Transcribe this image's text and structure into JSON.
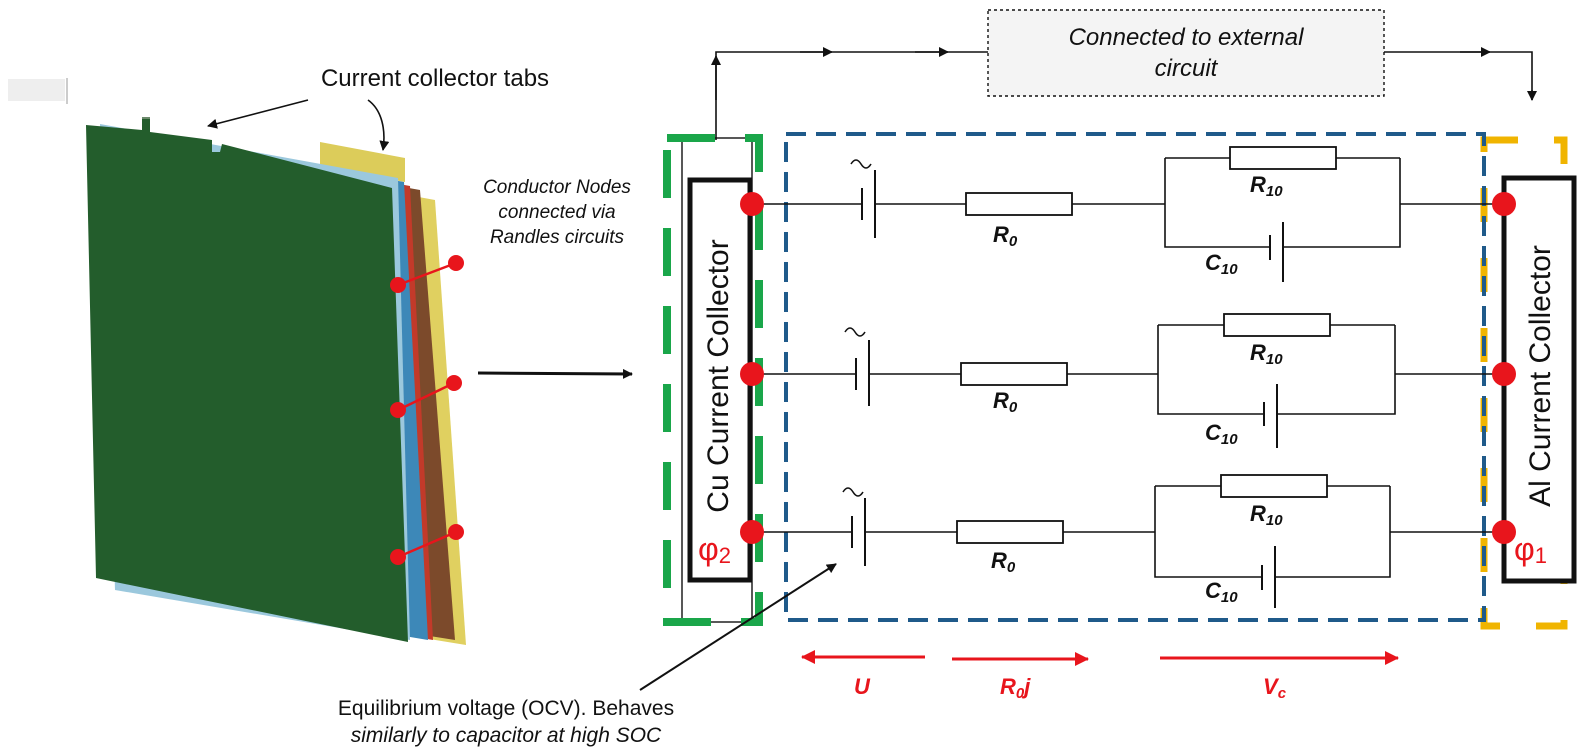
{
  "labels": {
    "tabs": "Current collector tabs",
    "nodes_line1": "Conductor Nodes",
    "nodes_line2": "connected via",
    "nodes_line3": "Randles circuits",
    "external_line1": "Connected to external",
    "external_line2": "circuit",
    "cu_collector": "Cu Current Collector",
    "al_collector": "Al Current Collector",
    "phi2_symbol": "φ",
    "phi2_sub": "2",
    "phi1_symbol": "φ",
    "phi1_sub": "1",
    "ocv_line1": "Equilibrium voltage (OCV). Behaves",
    "ocv_line2": "similarly to capacitor at high SOC"
  },
  "components": {
    "r0": "R",
    "r0_sub": "0",
    "r10": "R",
    "r10_sub": "10",
    "c10": "C",
    "c10_sub": "10"
  },
  "voltages": {
    "u": "U",
    "r0j_main": "R",
    "r0j_sub": "0",
    "r0j_tail": "j",
    "vc_main": "V",
    "vc_sub": "c"
  },
  "colors": {
    "cell_green": "#235d2c",
    "separator_blue": "#3d88b8",
    "cathode_brown": "#7c4a2b",
    "collector_yellow": "#e0d060",
    "node_red": "#e8151c",
    "cu_box_green": "#1aa64a",
    "al_box_yellow": "#f0b400",
    "circuit_box_blue": "#1f5a8a"
  }
}
